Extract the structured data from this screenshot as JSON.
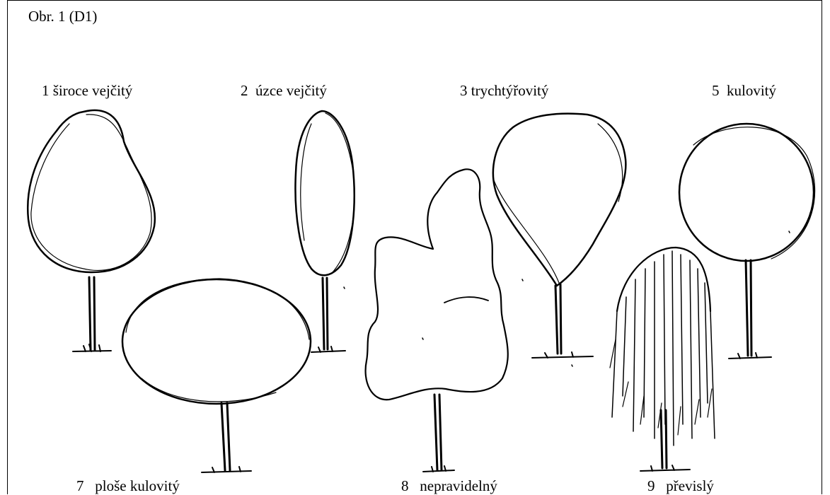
{
  "figure": {
    "caption": "Obr. 1 (D1)"
  },
  "shapes": [
    {
      "id": "shape-1",
      "label": "1 široce vejčitý"
    },
    {
      "id": "shape-2",
      "label": "2  úzce vejčitý"
    },
    {
      "id": "shape-3",
      "label": "3 trychtýřovitý"
    },
    {
      "id": "shape-5",
      "label": "5  kulovitý"
    },
    {
      "id": "shape-7",
      "label": "7   ploše kulovitý"
    },
    {
      "id": "shape-8",
      "label": "8   nepravidelný"
    },
    {
      "id": "shape-9",
      "label": "9   převislý"
    }
  ]
}
